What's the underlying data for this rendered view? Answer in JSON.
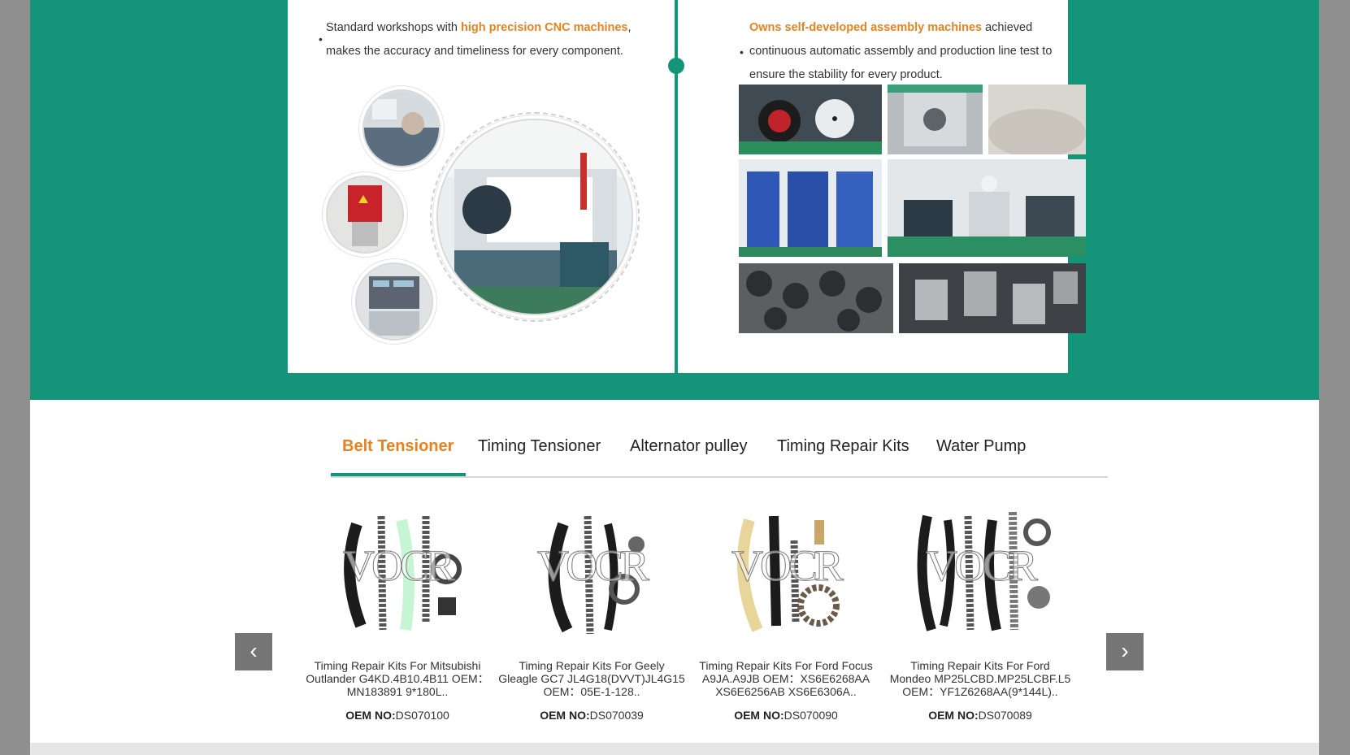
{
  "showcase": {
    "left": {
      "prefix": "Standard workshops with ",
      "highlight": "high precision CNC machines",
      "suffix": ",",
      "line2": "makes the accuracy and timeliness for every component."
    },
    "right": {
      "highlight": "Owns self-developed assembly machines",
      "suffix": " achieved",
      "line2": "continuous automatic assembly and production line test to",
      "line3": "ensure the stability for every product."
    }
  },
  "tabs": [
    "Belt Tensioner",
    "Timing Tensioner",
    "Alternator pulley",
    "Timing Repair Kits",
    "Water Pump"
  ],
  "carousel": {
    "prev_icon": "chevron-left-icon",
    "next_icon": "chevron-right-icon",
    "prev_glyph": "‹",
    "next_glyph": "›"
  },
  "watermark_text": "VOCR",
  "oem_label": "OEM NO:",
  "products": [
    {
      "name_line1": "Timing Repair Kits For Mitsubishi",
      "name_line2": "Outlander G4KD.4B10.4B11 OEM：",
      "name_line3": "MN183891 9*180L..",
      "oem": "DS070100"
    },
    {
      "name_line1": "Timing Repair Kits For Geely",
      "name_line2": "Gleagle GC7 JL4G18(DVVT)JL4G15",
      "name_line3": "OEM：05E-1-128..",
      "oem": "DS070039"
    },
    {
      "name_line1": "Timing Repair Kits For Ford Focus",
      "name_line2": "A9JA.A9JB OEM：XS6E6268AA",
      "name_line3": "XS6E6256AB XS6E6306A..",
      "oem": "DS070090"
    },
    {
      "name_line1": "Timing Repair Kits For Ford",
      "name_line2": "Mondeo MP25LCBD.MP25LCBF.L5",
      "name_line3": "OEM：YF1Z6268AA(9*144L)..",
      "oem": "DS070089"
    }
  ],
  "colors": {
    "brand_green": "#14957a",
    "accent_orange": "#e8821f"
  }
}
